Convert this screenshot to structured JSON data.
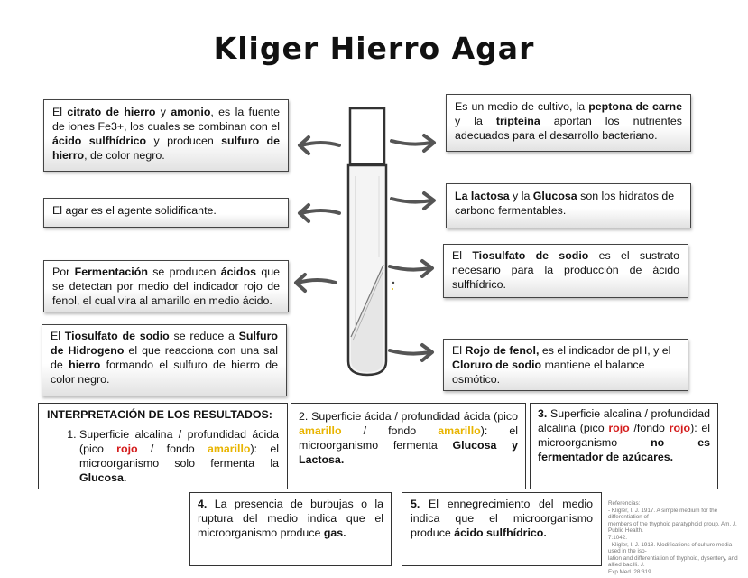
{
  "title": "Kliger Hierro Agar",
  "left_boxes": {
    "citrato": {
      "p1": "El ",
      "b1": "citrato de hierro",
      "p2": " y ",
      "b2": "amonio",
      "p3": ", es la fuente de iones Fe3+, los cuales se combinan con el ",
      "b3": "ácido sulfhídrico",
      "p4": " y producen ",
      "b4": "sulfuro de hierro",
      "p5": ", de color negro."
    },
    "agar": {
      "text": "El agar es el agente solidificante."
    },
    "fermentacion": {
      "p1": "Por ",
      "b1": "Fermentación",
      "p2": " se producen ",
      "b2": "ácidos",
      "p3": " que se detectan por medio del indicador rojo de fenol, el cual vira al amarillo en medio ácido."
    },
    "tiosulfato_reduce": {
      "p1": "El ",
      "b1": "Tiosulfato de sodio",
      "p2": " se reduce a ",
      "b2": "Sulfuro de Hidrogeno",
      "p3": " el que reacciona con una sal de ",
      "b3": "hierro",
      "p4": " formando el sulfuro de hierro de color negro."
    }
  },
  "right_boxes": {
    "peptona": {
      "p1": "Es un medio de cultivo, la ",
      "b1": "peptona de carne",
      "p2": " y la ",
      "b2": "tripteína",
      "p3": " aportan los nutrientes adecuados para el desarrollo bacteriano."
    },
    "lactosa": {
      "b1": "La lactosa",
      "p1": " y la ",
      "b2": "Glucosa",
      "p2": " son los hidratos de carbono fermentables."
    },
    "tiosulfato_sustrato": {
      "p1": "El ",
      "b1": "Tiosulfato de sodio",
      "p2": " es el sustrato necesario para la producción de ácido sulfhídrico."
    },
    "rojo_fenol": {
      "p1": "El ",
      "b1": "Rojo de fenol,",
      "p2": " es el indicador de pH, y el ",
      "b2": "Cloruro de sodio",
      "p3": " mantiene el balance osmótico."
    }
  },
  "results": {
    "heading": "INTERPRETACIÓN DE LOS RESULTADOS:",
    "r1": {
      "p1": "Superficie alcalina / profundidad ácida (pico ",
      "red": "rojo",
      "p2": " / fondo ",
      "yellow": "amarillo",
      "p3": "): el microorganismo solo fermenta la ",
      "b": "Glucosa."
    },
    "r2": {
      "num": "2",
      "p1": ". Superficie ácida / profundidad ácida (pico ",
      "y1": "amarillo",
      "p2": " / fondo ",
      "y2": "amarillo",
      "p3": "): el microorganismo fermenta ",
      "b1": "Glucosa y Lactosa."
    },
    "r3": {
      "num": "3.",
      "p1": " Superficie alcalina / profundidad alcalina (pico ",
      "r1": "rojo",
      "p2": " /fondo ",
      "r2": "rojo",
      "p3": "): el microorganismo ",
      "b1": "no es fermentador de azúcares."
    },
    "r4": {
      "num": "4.",
      "p1": " La presencia de burbujas o la ruptura del medio indica que el microorganismo produce ",
      "b1": "gas."
    },
    "r5": {
      "num": "5.",
      "p1": " El ennegrecimiento del medio indica que el microorganismo produce ",
      "b1": "ácido sulfhídrico."
    }
  },
  "references": [
    "Referencias:",
    "- Kligler, I. J. 1917. A simple medium for the differentiation of",
    "members of the thyphoid paratyphoid group. Am. J. Public Health.",
    "7:1042.",
    "- Kligler, I. J. 1918. Modifications of culture media used in the iso-",
    "lation and differentiation of thyphoid, dysentery, and allied bacilli. J.",
    "Exp.Med. 28:319."
  ],
  "colors": {
    "red": "#d41c1c",
    "yellow": "#e8b400",
    "arrow": "#555555"
  }
}
